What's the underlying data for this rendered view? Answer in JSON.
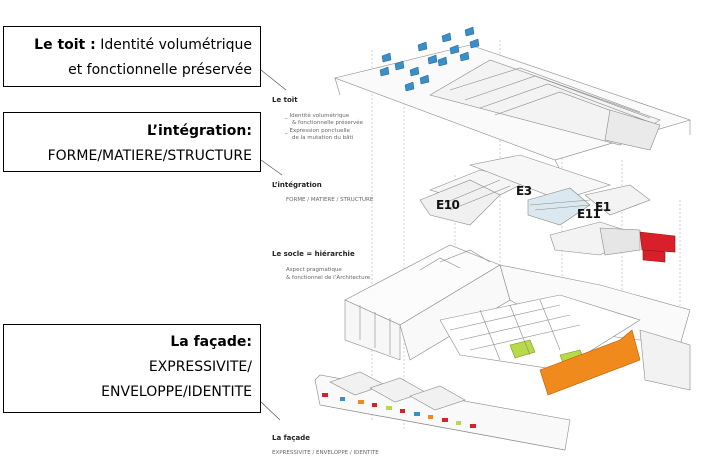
{
  "callouts": {
    "toit": {
      "title": "Le toit :",
      "text_line1": "Identité volumétrique",
      "text_line2": "et fonctionnelle préservée"
    },
    "integration": {
      "title": "L’intégration:",
      "text": "FORME/MATIERE/STRUCTURE"
    },
    "facade": {
      "title": "La façade:",
      "text_line1": "EXPRESSIVITE/",
      "text_line2": "ENVELOPPE/IDENTITE"
    }
  },
  "diagram_labels": {
    "toit_heading": "Le toit",
    "toit_line1": "_ Identité volumétrique",
    "toit_line2": "& fonctionnelle préservée",
    "toit_line3": "_ Expression ponctuelle",
    "toit_line4": "de la mutation du bâti",
    "integration_heading": "L’intégration",
    "integration_sub": "FORME / MATIERE / STRUCTURE",
    "socle_heading": "Le socle = hiérarchie",
    "socle_line1": "Aspect pragmatique",
    "socle_line2": "& fonctionnel de l’Architecture",
    "facade_heading": "La façade",
    "facade_sub": "EXPRESSIVITE / ENVELOPPE / IDENTITE"
  },
  "building_tags": {
    "e10": "E10",
    "e3": "E3",
    "e11": "E11",
    "e1": "E1"
  },
  "colors": {
    "accent_orange": "#f08a1c",
    "accent_green": "#b8d94a",
    "accent_red": "#d8202a",
    "accent_blue": "#3a8fc8",
    "line_gray": "#9a9a9a"
  }
}
